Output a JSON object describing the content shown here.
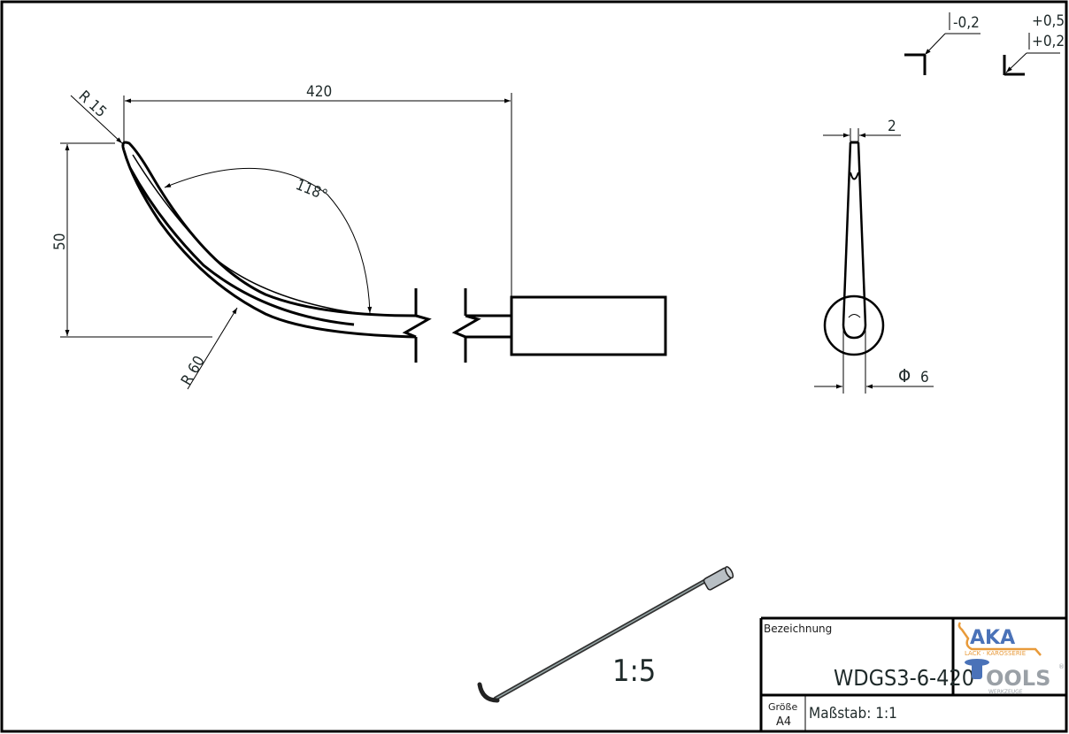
{
  "drawing": {
    "title_block": {
      "designation_label": "Bezeichnung",
      "part_number": "WDGS3-6-420",
      "size_label": "Größe",
      "size_value": "A4",
      "scale_label": "Maßstab: 1:1"
    },
    "logo": {
      "brand_top": "AKA",
      "brand_top_prefix": "L",
      "tagline": "LACK · KAROSSERIE",
      "brand_bottom": "OOLS",
      "brand_bottom_prefix": "T",
      "sub": "WERKZEUGE",
      "registered": "®",
      "colors": {
        "orange": "#e89a3a",
        "blue": "#4a72b8",
        "gray": "#9aa0a6"
      }
    },
    "tolerances": {
      "symbol1": "-0,2",
      "symbol2_upper": "+0,5",
      "symbol2_lower": "+0,2"
    },
    "side_view": {
      "length": "420",
      "height": "50",
      "tip_radius": "R 15",
      "bend_radius": "R 60",
      "angle": "118°"
    },
    "end_view": {
      "tip_width": "2",
      "diameter": "6",
      "diameter_symbol": "Φ"
    },
    "iso_view": {
      "scale": "1:5"
    }
  }
}
